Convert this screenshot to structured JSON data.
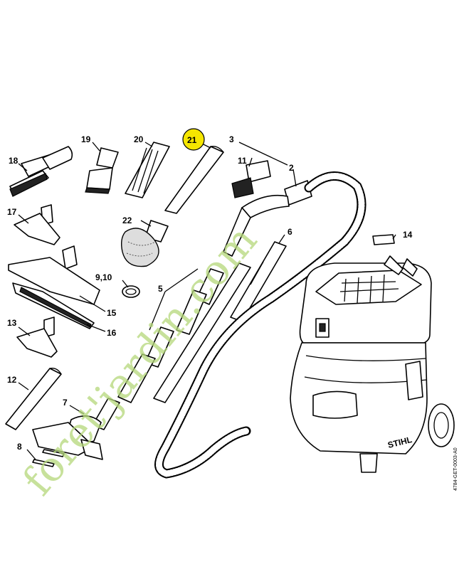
{
  "callouts": {
    "c18": "18",
    "c19": "19",
    "c20": "20",
    "c21": "21",
    "c3": "3",
    "c11": "11",
    "c2": "2",
    "c17": "17",
    "c22": "22",
    "c6": "6",
    "c14": "14",
    "c910": "9,10",
    "c5": "5",
    "c15": "15",
    "c16": "16",
    "c13": "13",
    "c12": "12",
    "c7": "7",
    "c8": "8"
  },
  "highlight": {
    "part": "21",
    "color": "#f5e600"
  },
  "brand_label": "STIHL",
  "doc_id": "4784-GET-0003-A0",
  "watermark": "foret'jardin.com"
}
